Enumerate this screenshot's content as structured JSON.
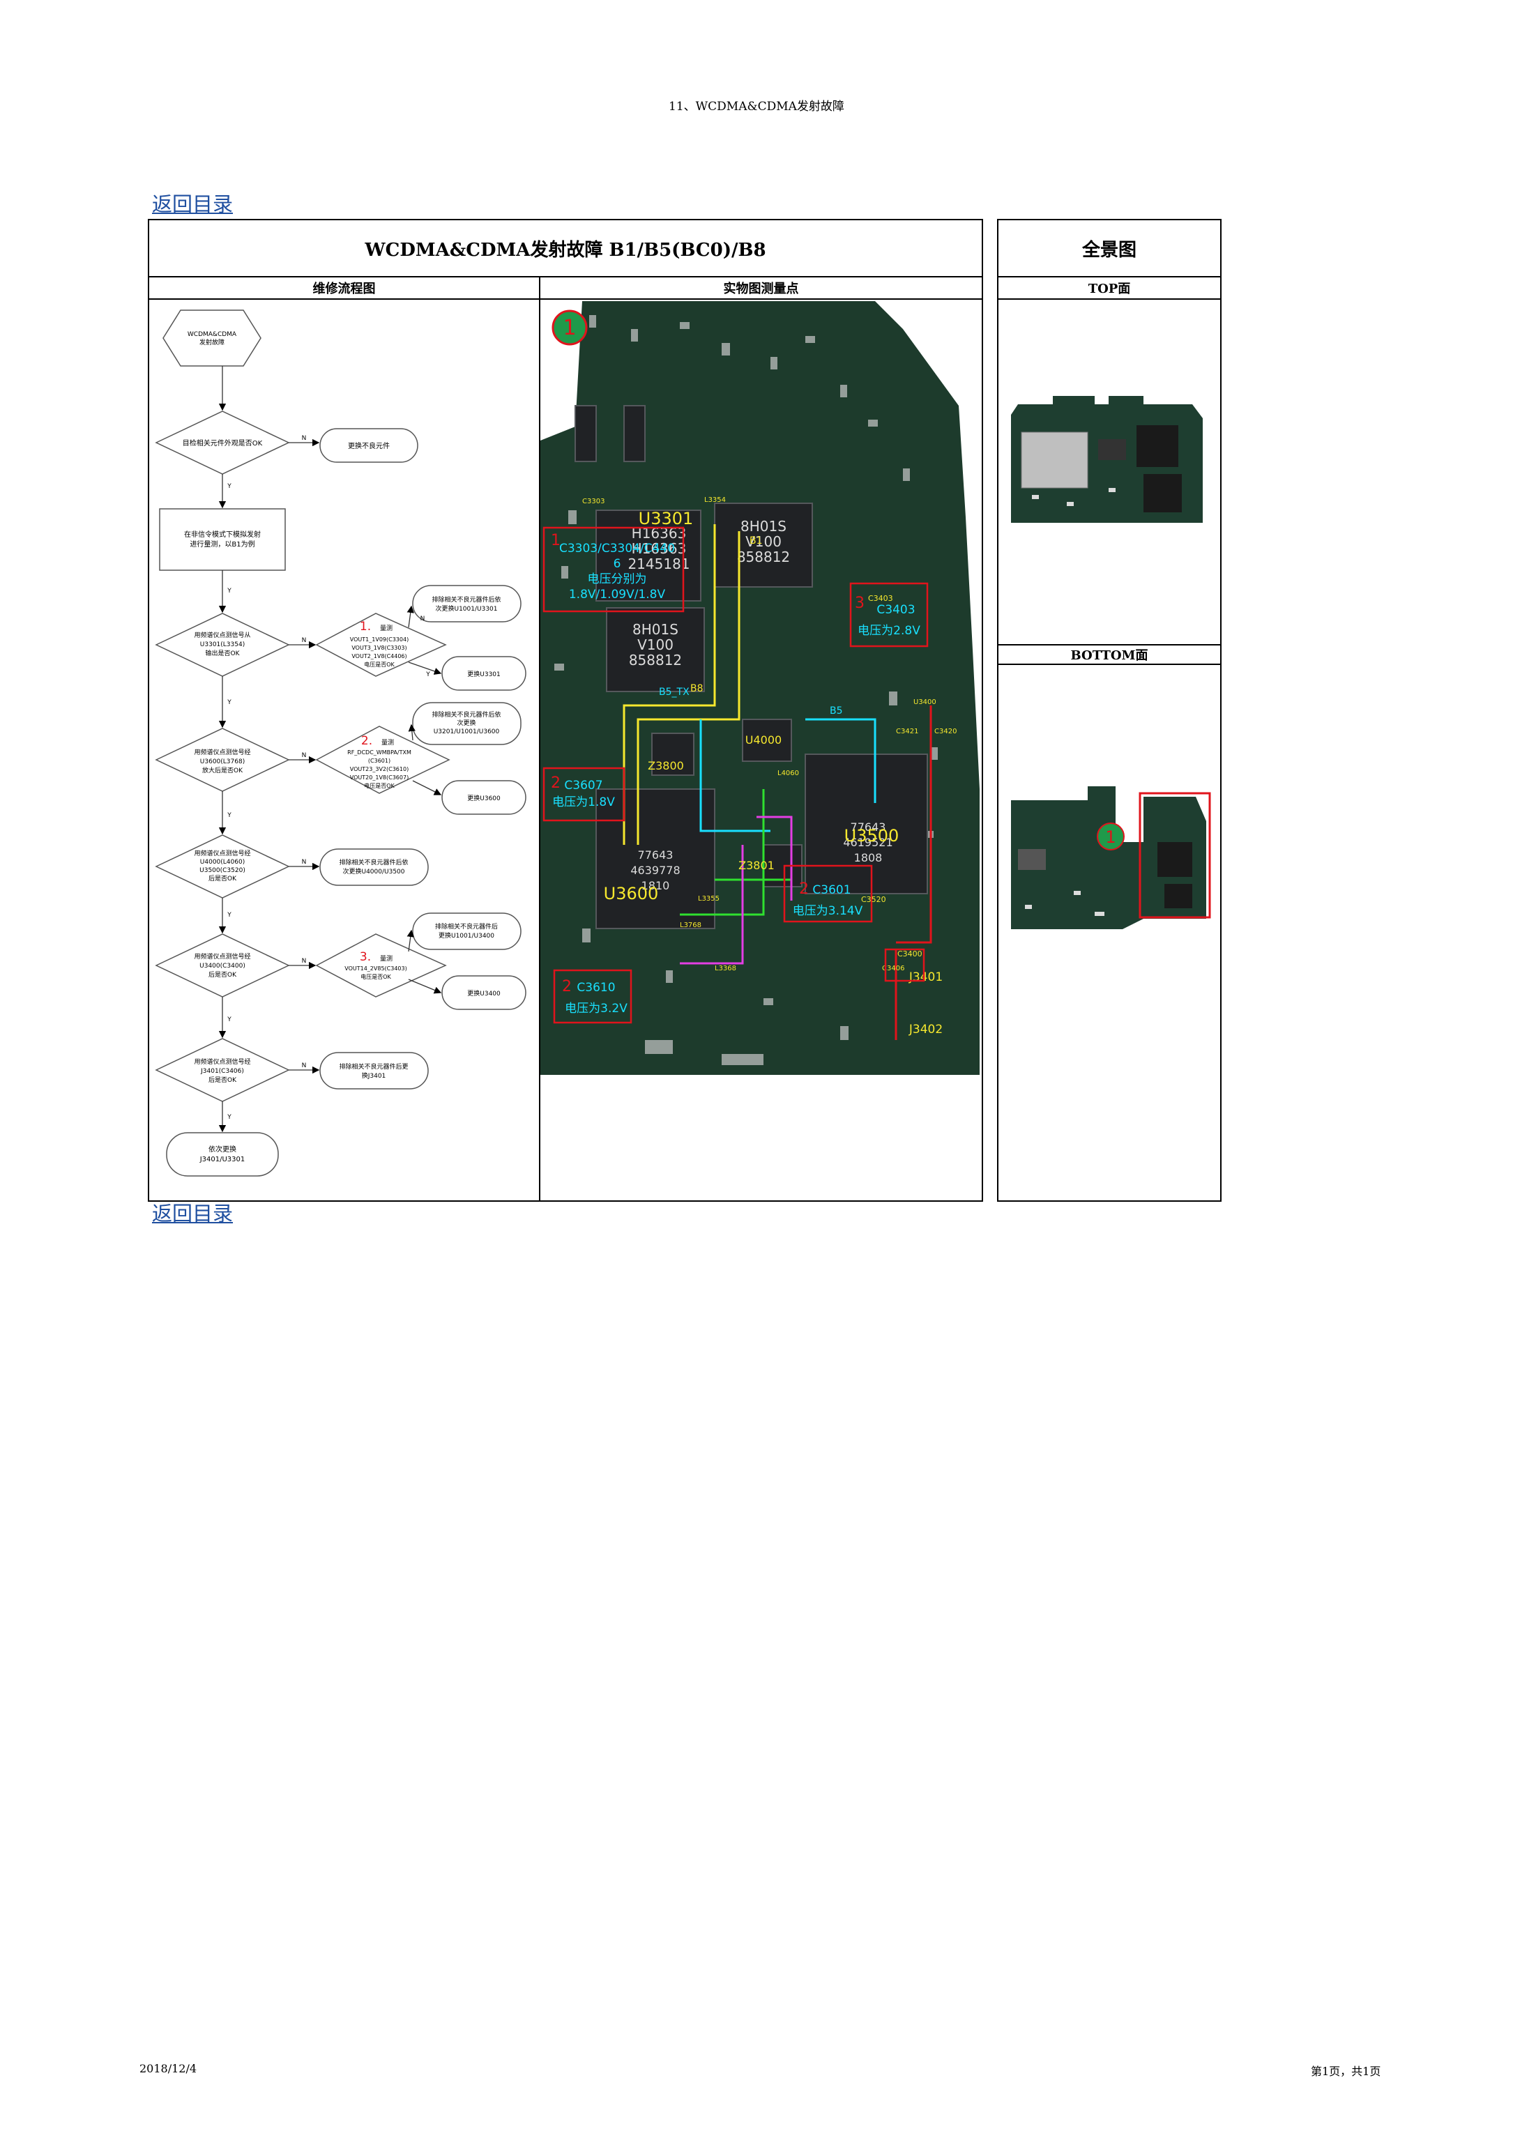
{
  "page_header": "11、WCDMA&CDMA发射故障",
  "links": {
    "top": "返回目录",
    "bottom": "返回目录"
  },
  "table": {
    "title": "WCDMA&CDMA发射故障 B1/B5(BC0)/B8",
    "overview_title": "全景图",
    "col_flow": "维修流程图",
    "col_photo": "实物图测量点",
    "top_label": "TOP面",
    "bottom_label": "BOTTOM面"
  },
  "flowchart": {
    "start": [
      "WCDMA&CDMA",
      "发射故障"
    ],
    "q1": "目检相关元件外观是否OK",
    "q1_no": "更换不良元件",
    "proc1": [
      "在非信令模式下模拟发射",
      "进行量测，以B1为例"
    ],
    "q2": [
      "用频谱仪点测信号从",
      "U3301(L3354)",
      "输出是否OK"
    ],
    "m1_num": "1.",
    "m1_label": "量测",
    "m1_lines": [
      "VOUT1_1V09(C3304)",
      "VOUT3_1V8(C3303)",
      "VOUT2_1V8(C4406)",
      "电压是否OK"
    ],
    "m1_no": [
      "排除相关不良元器件后依",
      "次更换U1001/U3301"
    ],
    "m1_yes": "更换U3301",
    "q3": [
      "用频谱仪点测信号经",
      "U3600(L3768)",
      "放大后是否OK"
    ],
    "m2_num": "2.",
    "m2_label": "量测",
    "m2_lines": [
      "RF_DCDC_WMBPA/TXM",
      "(C3601)",
      "VOUT23_3V2(C3610)",
      "VOUT20_1V8(C3607)",
      "电压是否OK"
    ],
    "m2_no": [
      "排除相关不良元器件后依",
      "次更换",
      "U3201/U1001/U3600"
    ],
    "m2_yes": "更换U3600",
    "q4": [
      "用频谱仪点测信号经",
      "U4000(L4060)",
      "U3500(C3520)",
      "后是否OK"
    ],
    "q4_no": [
      "排除相关不良元器件后依",
      "次更换U4000/U3500"
    ],
    "q5": [
      "用频谱仪点测信号经",
      "U3400(C3400)",
      "后是否OK"
    ],
    "m3_num": "3.",
    "m3_label": "量测",
    "m3_lines": [
      "VOUT14_2V85(C3403)",
      "电压是否OK"
    ],
    "m3_no": [
      "排除相关不良元器件后",
      "更换U1001/U3400"
    ],
    "m3_yes": "更换U3400",
    "q6": [
      "用频谱仪点测信号经",
      "J3401(C3406)",
      "后是否OK"
    ],
    "q6_no": [
      "排除相关不良元器件后更",
      "换J3401"
    ],
    "end": [
      "依次更换",
      "J3401/U3301"
    ],
    "no_mark": "N",
    "yes_mark": "Y"
  },
  "board": {
    "circle_num": "1",
    "chips": [
      "U3301",
      "U3600",
      "U3500",
      "U4000",
      "Z3800",
      "Z3801",
      "J3401",
      "J3402"
    ],
    "chip_marks": [
      [
        "H16363",
        "H16363",
        "2145181"
      ],
      [
        "8H01S",
        "V100",
        "858812"
      ],
      [
        "8H01S",
        "V100",
        "858812"
      ],
      [
        "77643",
        "4639778",
        "1810"
      ],
      [
        "77643",
        "4619521",
        "1808"
      ]
    ],
    "small_labels": [
      "C3303",
      "U3400",
      "C3403",
      "C3406",
      "L3354",
      "L4060",
      "L3768",
      "C3520",
      "C3420",
      "C3400",
      "C3421",
      "B1",
      "B5",
      "B8",
      "B5_TX",
      "L3355",
      "L3368"
    ],
    "notes": {
      "n1": [
        "1",
        "C3303/C3304/C440",
        "6",
        "电压分别为",
        "1.8V/1.09V/1.8V"
      ],
      "n2": [
        "2",
        "C3607",
        "电压为1.8V"
      ],
      "n3": [
        "3",
        "C3403",
        "电压为2.8V"
      ],
      "n4": [
        "2",
        "C3601",
        "电压为3.14V"
      ],
      "n5": [
        "2",
        "C3610",
        "电压为3.2V"
      ]
    }
  },
  "overview": {
    "circle_num": "1"
  },
  "footer": {
    "date": "2018/12/4",
    "page": "第1页，共1页"
  },
  "colors": {
    "pcb": "#1d3b2c",
    "note_red": "#e0141c",
    "cyan": "#19e0ff",
    "yellow": "#f6e82e",
    "green_line": "#2fe02f",
    "magenta": "#e43ee4",
    "link": "#1f4fa0"
  }
}
